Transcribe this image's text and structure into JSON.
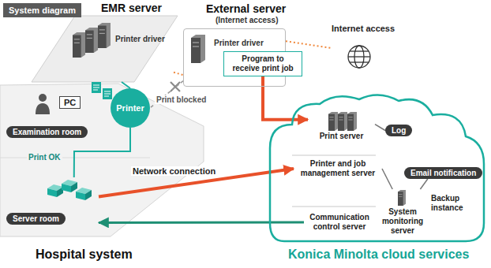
{
  "diagram": {
    "title": "System diagram",
    "nodes": [
      {
        "text": [
          "Hospital system"
        ]
      },
      {
        "text": [
          "EMR server",
          "Printer driver"
        ],
        "in": 0
      },
      {
        "text": [
          "Examination room"
        ],
        "in": 0
      },
      {
        "text": [
          "PC"
        ],
        "in": 2
      },
      {
        "text": [
          "Printer"
        ],
        "in": 0
      },
      {
        "text": [
          "Server room"
        ],
        "in": 0
      },
      {
        "text": [
          "External server",
          "(Internet access)",
          "Printer driver"
        ]
      },
      {
        "text": [
          "Program to receive print job"
        ],
        "in": 6
      },
      {
        "text": [
          "Internet access"
        ]
      },
      {
        "text": [
          "Konica Minolta cloud services"
        ]
      },
      {
        "text": [
          "Print server"
        ],
        "in": 9
      },
      {
        "text": [
          "Printer and job management server"
        ],
        "in": 9
      },
      {
        "text": [
          "Communication control server"
        ],
        "in": 9
      },
      {
        "text": [
          "Log"
        ],
        "in": 9
      },
      {
        "text": [
          "System monitoring server"
        ],
        "in": 9
      },
      {
        "text": [
          "Email notification"
        ],
        "in": 9
      }
    ],
    "edges": [
      {
        "from": 1,
        "to": 6,
        "arrow": "none"
      },
      {
        "from": 6,
        "to": 8,
        "arrow": "none"
      },
      {
        "from": 1,
        "to": 4,
        "arrow": "none"
      },
      {
        "from": 6,
        "to": 4,
        "label": "Print blocked",
        "arrow": "none"
      },
      {
        "from": 4,
        "to": 5,
        "label": "Print OK",
        "arrow": "none"
      },
      {
        "from": 7,
        "to": 10,
        "arrow": "to"
      },
      {
        "from": 5,
        "to": 11,
        "label": "Network connection",
        "arrow": "to"
      },
      {
        "from": 12,
        "to": 5,
        "arrow": "to"
      },
      {
        "from": 10,
        "to": 13,
        "arrow": "none"
      },
      {
        "from": 11,
        "to": 14,
        "arrow": "none"
      },
      {
        "from": 14,
        "to": 15,
        "arrow": "none"
      }
    ],
    "labels": [
      "Backup instance"
    ]
  }
}
